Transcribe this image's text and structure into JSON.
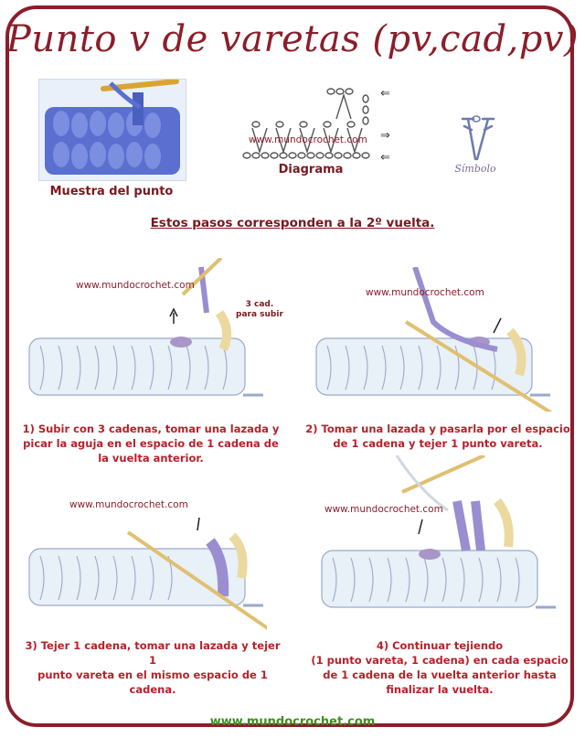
{
  "title": "Punto v de varetas (pv,cad,pv)",
  "sample_caption": "Muestra del punto",
  "diagram_caption": "Diagrama",
  "symbol_caption": "Símbolo",
  "watermark": "www.mundocrochet.com",
  "steps_heading": "Estos pasos corresponden a la 2º vuelta.",
  "callout": [
    "3 cad.",
    "para subir"
  ],
  "steps": [
    {
      "lines": [
        "1) Subir con 3 cadenas, tomar una lazada y",
        "picar la aguja en el espacio de 1 cadena de",
        "la vuelta anterior."
      ]
    },
    {
      "lines": [
        "2) Tomar una lazada y pasarla por el espacio",
        "de 1 cadena y tejer 1 punto vareta."
      ]
    },
    {
      "lines": [
        "3) Tejer 1 cadena, tomar una lazada y tejer 1",
        "punto vareta en el mismo espacio de 1 cadena."
      ]
    },
    {
      "lines": [
        "4) Continuar tejiendo",
        "(1 punto vareta, 1 cadena) en cada espacio",
        "de 1 cadena de la vuelta anterior hasta",
        "finalizar la vuelta."
      ]
    }
  ],
  "footer": "www.mundocrochet.com",
  "colors": {
    "border": "#8b1e2a",
    "yarn_light": "#e4eef6",
    "yarn_purple": "#9a8ed0",
    "yarn_tan": "#ecd9a0",
    "footer": "#3d8f1e"
  }
}
